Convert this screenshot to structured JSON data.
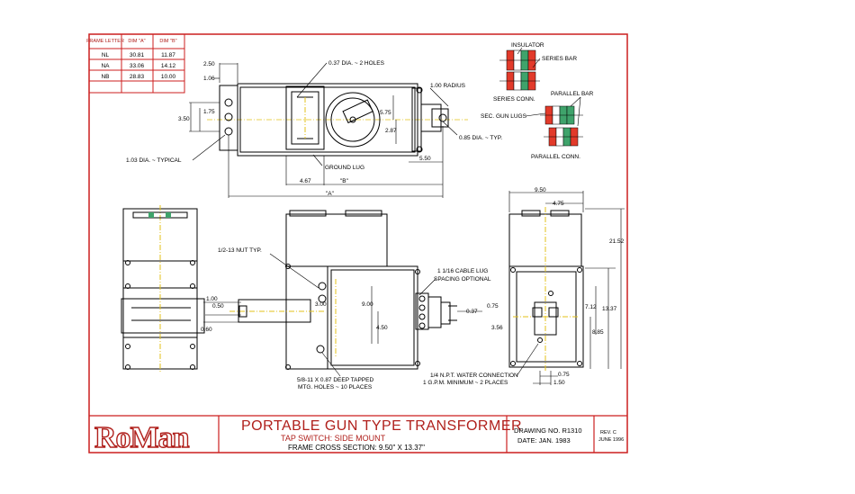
{
  "colors": {
    "border": "#cc1f1f",
    "title_red": "#b0201c",
    "line": "#000000",
    "centerline": "#e3c21a",
    "insulator": "#e23a2a",
    "bar_green": "#3fa36b"
  },
  "frame_table": {
    "headers": [
      "FRAME LETTER",
      "DIM \"A\"",
      "DIM \"B\""
    ],
    "rows": [
      [
        "NL",
        "30.81",
        "11.87"
      ],
      [
        "NA",
        "33.06",
        "14.12"
      ],
      [
        "NB",
        "28.83",
        "10.00"
      ]
    ]
  },
  "top_view": {
    "dims": {
      "d250": "2.50",
      "d106": "1.06",
      "d175": "1.75",
      "d350": "3.50",
      "d037": "0.37 DIA. ~ 2 HOLES",
      "d100r": "1.00 RADIUS",
      "d575": "5.75",
      "d287": "2.87",
      "d085": "0.85 DIA. ~ TYP.",
      "d103": "1.03 DIA. ~ TYPICAL",
      "ground": "GROUND LUG",
      "d467": "4.67",
      "dB": "\"B\"",
      "d550": "5.50",
      "dA": "\"A\""
    }
  },
  "conn": {
    "insulator": "INSULATOR",
    "series_bar": "SERIES BAR",
    "series_conn": "SERIES CONN.",
    "parallel_bar": "PARALLEL BAR",
    "sec_gun_lugs": "SEC. GUN LUGS",
    "parallel_conn": "PARALLEL CONN."
  },
  "side_view": {
    "dims": {
      "nut": "1/2-13 NUT TYP.",
      "d100": "1.00",
      "d050": "0.50",
      "d060": "0.60",
      "d300": "3.00",
      "d900": "9.00",
      "d450": "4.50",
      "cable_lug": "1 1/16 CABLE LUG",
      "spacing": "SPACING OPTIONAL",
      "d037": "0.37",
      "d075": "0.75",
      "tapped1": "5/8-11 X 0.87 DEEP TAPPED",
      "tapped2": "MTG. HOLES ~ 10 PLACES"
    }
  },
  "end_view": {
    "dims": {
      "d950": "9.50",
      "d475": "4.75",
      "d2152": "21.52",
      "d712": "7.12",
      "d1337": "13.37",
      "d356": "3.56",
      "d885": "8.85",
      "water1": "1/4 N.P.T. WATER CONNECTION",
      "water2": "1 G.P.M. MINIMUM ~ 2 PLACES",
      "d075b": "0.75",
      "d150": "1.50"
    }
  },
  "title_block": {
    "logo": "RoMan",
    "title": "PORTABLE GUN TYPE TRANSFORMER",
    "subtitle": "TAP SWITCH: SIDE MOUNT",
    "frame_cross": "FRAME CROSS SECTION: 9.50\" X 13.37\"",
    "drawing_no": "DRAWING NO. R1310",
    "date": "DATE: JAN. 1983",
    "rev": "REV. C",
    "rev_date": "JUNE 1996"
  }
}
